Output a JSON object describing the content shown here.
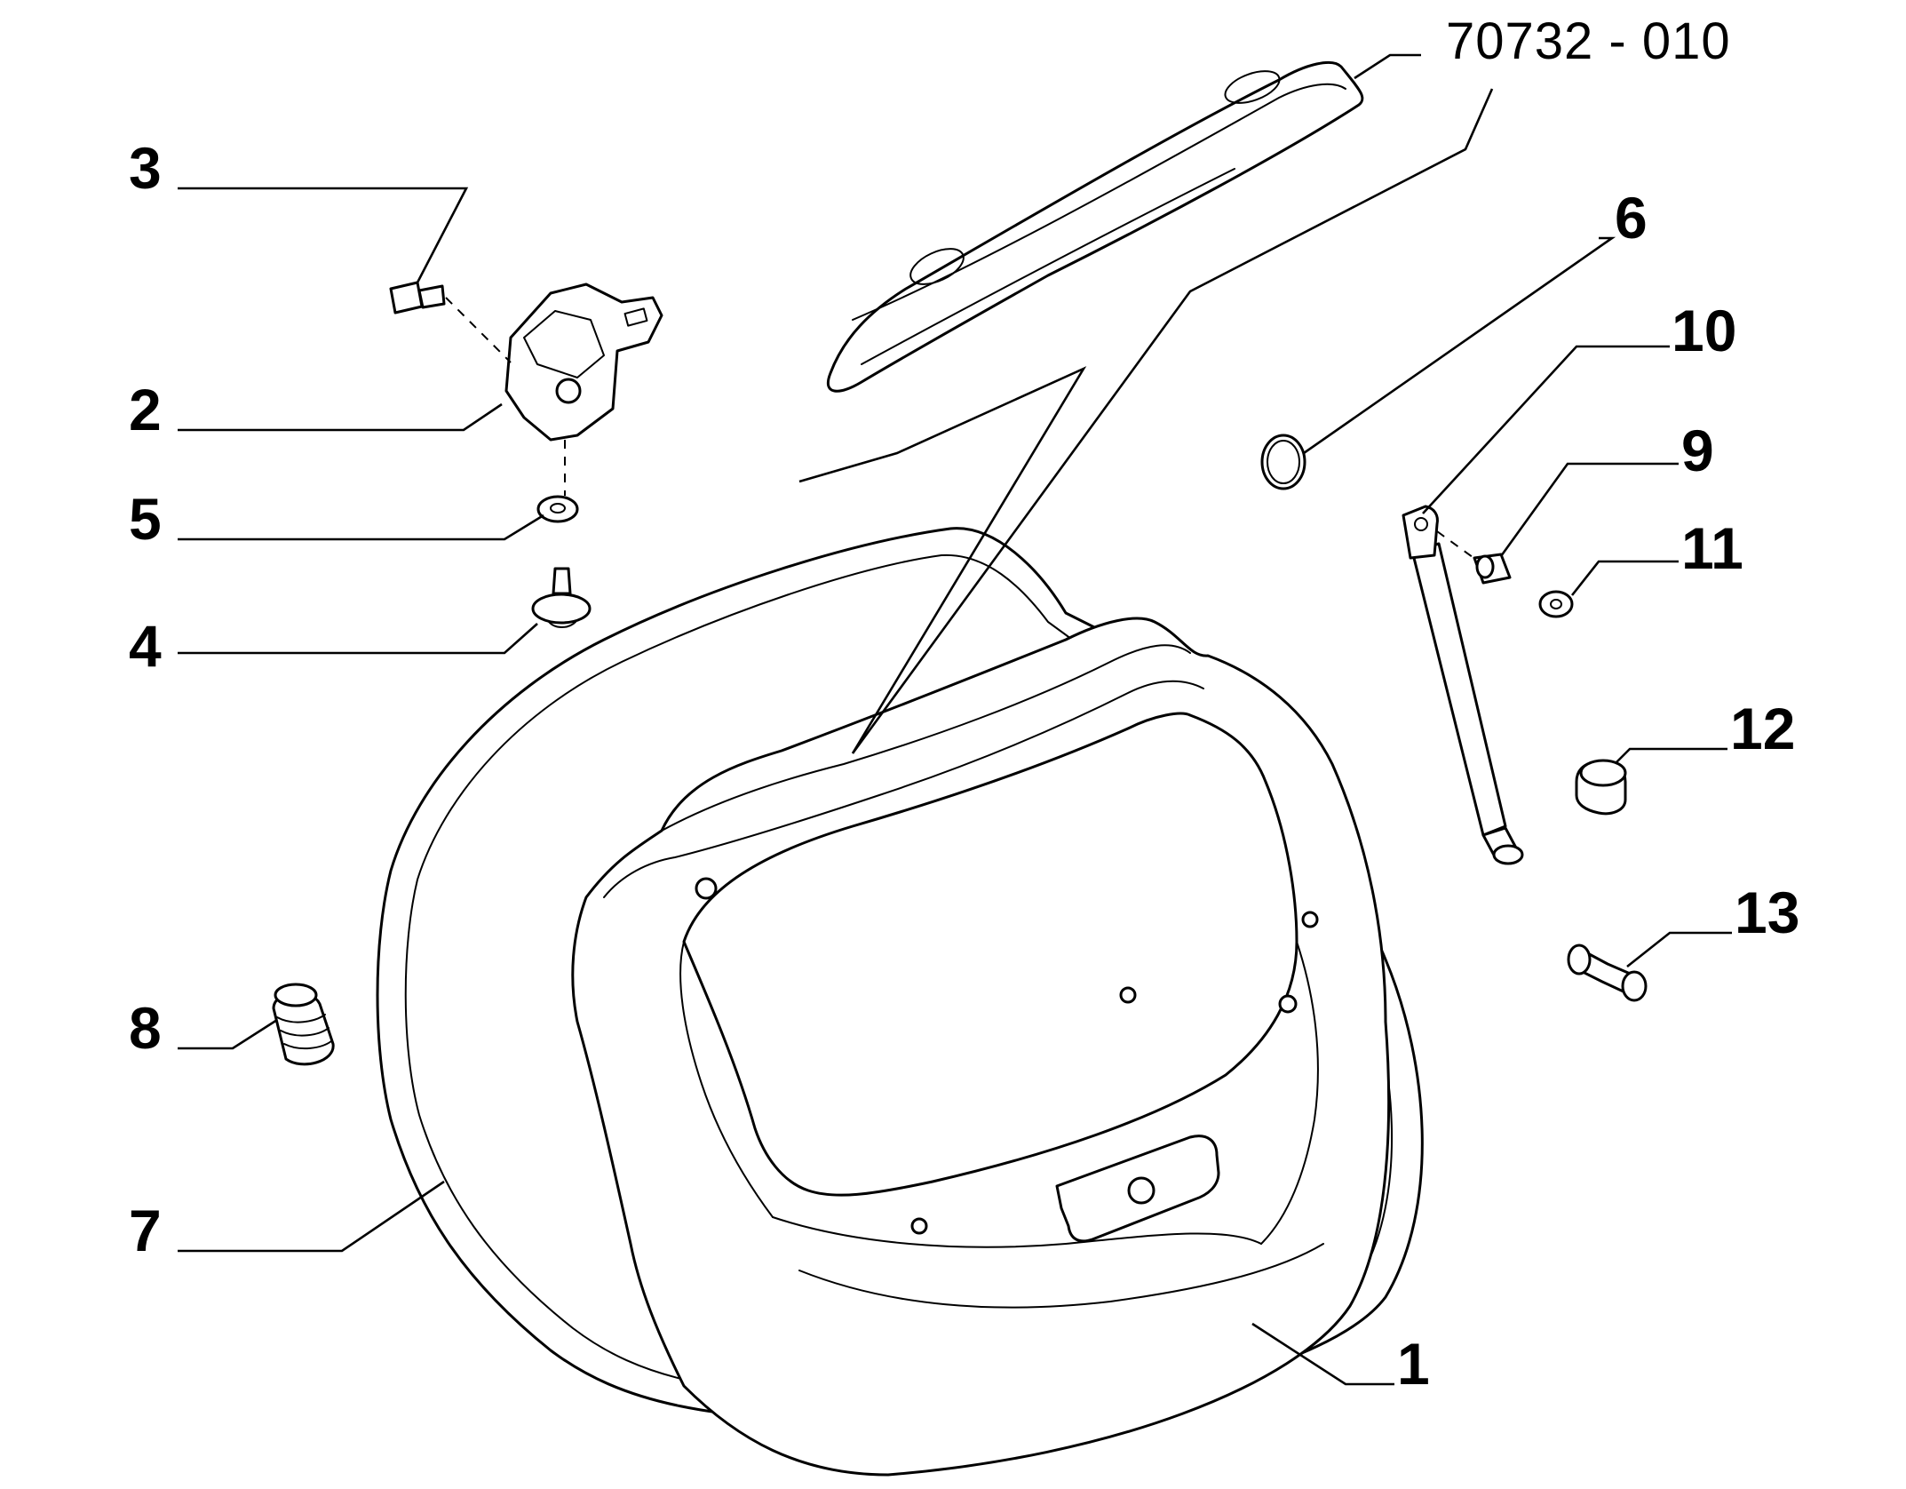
{
  "diagram": {
    "reference_code": "70732 - 010",
    "callouts": [
      {
        "id": "1",
        "label": "1"
      },
      {
        "id": "2",
        "label": "2"
      },
      {
        "id": "3",
        "label": "3"
      },
      {
        "id": "4",
        "label": "4"
      },
      {
        "id": "5",
        "label": "5"
      },
      {
        "id": "6",
        "label": "6"
      },
      {
        "id": "7",
        "label": "7"
      },
      {
        "id": "8",
        "label": "8"
      },
      {
        "id": "9",
        "label": "9"
      },
      {
        "id": "10",
        "label": "10"
      },
      {
        "id": "11",
        "label": "11"
      },
      {
        "id": "12",
        "label": "12"
      },
      {
        "id": "13",
        "label": "13"
      }
    ]
  }
}
